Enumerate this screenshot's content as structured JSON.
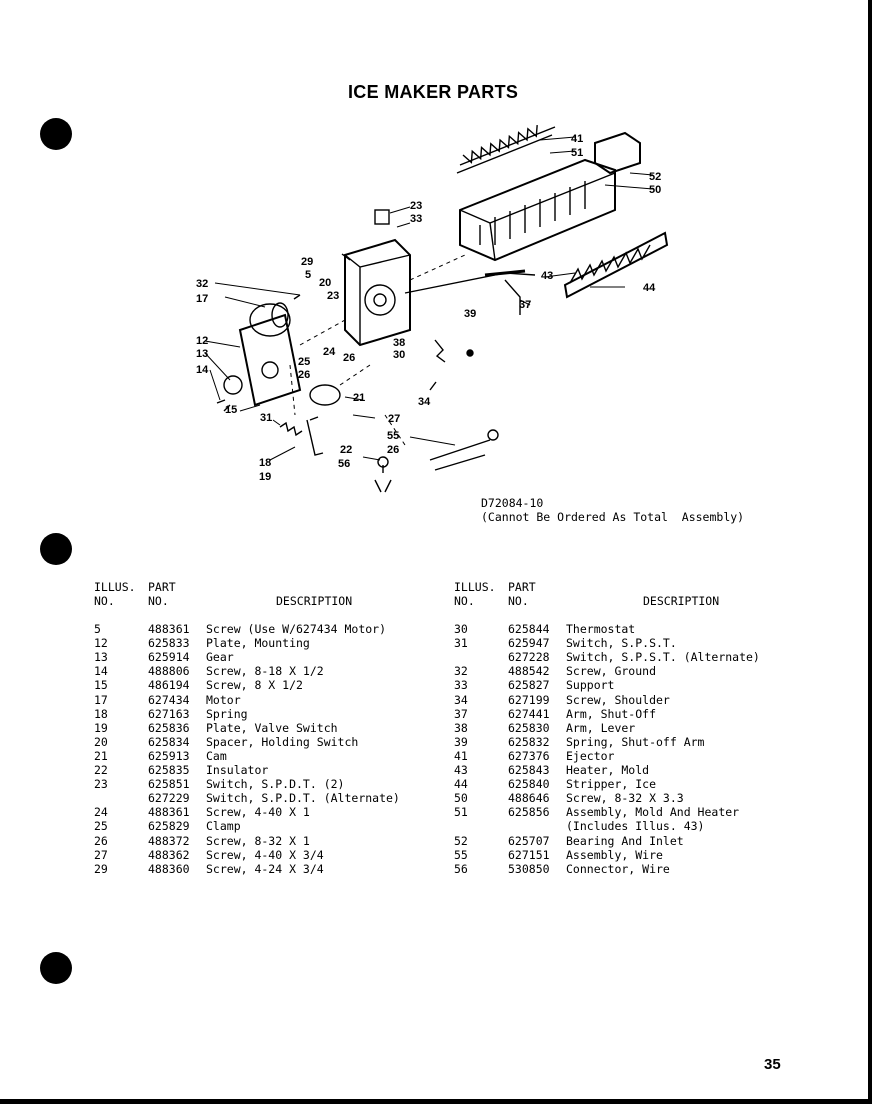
{
  "title": "ICE MAKER PARTS",
  "diagram": {
    "callouts": [
      "41",
      "51",
      "52",
      "50",
      "23",
      "33",
      "29",
      "5",
      "20",
      "23",
      "32",
      "17",
      "12",
      "13",
      "14",
      "15",
      "31",
      "18",
      "19",
      "24",
      "25",
      "26",
      "26",
      "30",
      "38",
      "39",
      "34",
      "21",
      "27",
      "55",
      "22",
      "26",
      "56",
      "43",
      "37",
      "44"
    ],
    "drawing_number": "D72084-10",
    "note": "(Cannot Be Ordered As Total  Assembly)"
  },
  "table": {
    "headers": {
      "illus": [
        "ILLUS.",
        "NO."
      ],
      "part": [
        "PART",
        "NO."
      ],
      "description": "DESCRIPTION"
    },
    "left": [
      {
        "illus": "5",
        "part": "488361",
        "description": "Screw (Use W/627434 Motor)"
      },
      {
        "illus": "12",
        "part": "625833",
        "description": "Plate, Mounting"
      },
      {
        "illus": "13",
        "part": "625914",
        "description": "Gear"
      },
      {
        "illus": "14",
        "part": "488806",
        "description": "Screw, 8-18 X 1/2"
      },
      {
        "illus": "15",
        "part": "486194",
        "description": "Screw, 8 X 1/2"
      },
      {
        "illus": "17",
        "part": "627434",
        "description": "Motor"
      },
      {
        "illus": "18",
        "part": "627163",
        "description": "Spring"
      },
      {
        "illus": "19",
        "part": "625836",
        "description": "Plate, Valve Switch"
      },
      {
        "illus": "20",
        "part": "625834",
        "description": "Spacer, Holding Switch"
      },
      {
        "illus": "21",
        "part": "625913",
        "description": "Cam"
      },
      {
        "illus": "22",
        "part": "625835",
        "description": "Insulator"
      },
      {
        "illus": "23",
        "part": "625851",
        "description": "Switch, S.P.D.T. (2)"
      },
      {
        "illus": "",
        "part": "627229",
        "description": "Switch, S.P.D.T. (Alternate)"
      },
      {
        "illus": "24",
        "part": "488361",
        "description": "Screw, 4-40 X 1"
      },
      {
        "illus": "25",
        "part": "625829",
        "description": "Clamp"
      },
      {
        "illus": "26",
        "part": "488372",
        "description": "Screw, 8-32 X 1"
      },
      {
        "illus": "27",
        "part": "488362",
        "description": "Screw, 4-40 X 3/4"
      },
      {
        "illus": "29",
        "part": "488360",
        "description": "Screw, 4-24 X 3/4"
      }
    ],
    "right": [
      {
        "illus": "30",
        "part": "625844",
        "description": "Thermostat"
      },
      {
        "illus": "31",
        "part": "625947",
        "description": "Switch, S.P.S.T."
      },
      {
        "illus": "",
        "part": "627228",
        "description": "Switch, S.P.S.T. (Alternate)"
      },
      {
        "illus": "32",
        "part": "488542",
        "description": "Screw, Ground"
      },
      {
        "illus": "33",
        "part": "625827",
        "description": "Support"
      },
      {
        "illus": "34",
        "part": "627199",
        "description": "Screw, Shoulder"
      },
      {
        "illus": "37",
        "part": "627441",
        "description": "Arm, Shut-Off"
      },
      {
        "illus": "38",
        "part": "625830",
        "description": "Arm, Lever"
      },
      {
        "illus": "39",
        "part": "625832",
        "description": "Spring, Shut-off Arm"
      },
      {
        "illus": "41",
        "part": "627376",
        "description": "Ejector"
      },
      {
        "illus": "43",
        "part": "625843",
        "description": "Heater, Mold"
      },
      {
        "illus": "44",
        "part": "625840",
        "description": "Stripper, Ice"
      },
      {
        "illus": "50",
        "part": "488646",
        "description": "Screw, 8-32 X 3.3"
      },
      {
        "illus": "51",
        "part": "625856",
        "description": "Assembly, Mold And Heater"
      },
      {
        "illus": "",
        "part": "",
        "description": "(Includes Illus. 43)"
      },
      {
        "illus": "52",
        "part": "625707",
        "description": "Bearing And Inlet"
      },
      {
        "illus": "55",
        "part": "627151",
        "description": "Assembly, Wire"
      },
      {
        "illus": "56",
        "part": "530850",
        "description": "Connector, Wire"
      }
    ]
  },
  "page_number": "35"
}
